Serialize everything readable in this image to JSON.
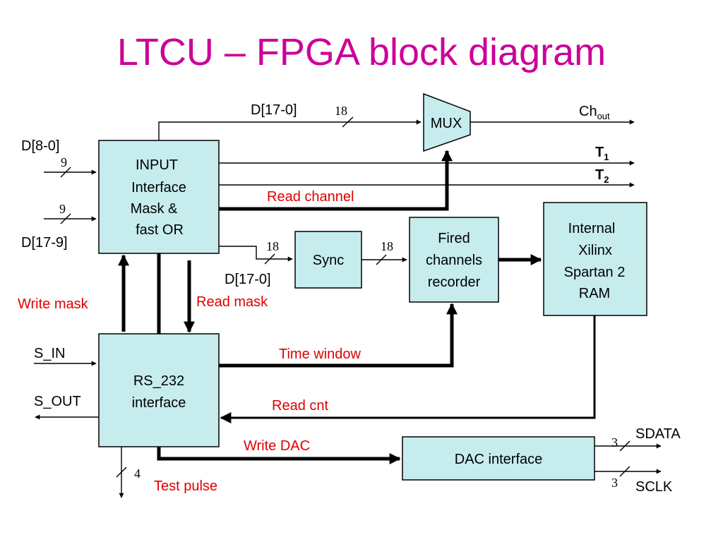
{
  "title": "LTCU – FPGA block diagram",
  "blocks": {
    "input": [
      "INPUT",
      "Interface",
      "Mask &",
      "fast OR"
    ],
    "mux": "MUX",
    "sync": "Sync",
    "fired": [
      "Fired",
      "channels",
      "recorder"
    ],
    "ram": [
      "Internal",
      "Xilinx",
      "Spartan 2",
      "RAM"
    ],
    "rs232": [
      "RS_232",
      "interface"
    ],
    "dac": "DAC interface"
  },
  "signals": {
    "d_17_0_top": "D[17-0]",
    "d_8_0": "D[8-0]",
    "d_17_9": "D[17-9]",
    "d_17_0_mid": "D[17-0]",
    "ch_out_main": "Ch",
    "ch_out_sub": "out",
    "t1_main": "T",
    "t1_sub": "1",
    "t2_main": "T",
    "t2_sub": "2",
    "s_in": "S_IN",
    "s_out": "S_OUT",
    "sdata": "SDATA",
    "sclk": "SCLK"
  },
  "bus_widths": {
    "top": "18",
    "d_8_0": "9",
    "d_17_9": "9",
    "to_sync": "18",
    "from_sync": "18",
    "test_pulse": "4",
    "sdata": "3",
    "sclk": "3"
  },
  "control_labels": {
    "read_channel": "Read channel",
    "write_mask": "Write mask",
    "read_mask": "Read mask",
    "time_window": "Time window",
    "read_cnt": "Read cnt",
    "write_dac": "Write DAC",
    "test_pulse": "Test pulse"
  },
  "colors": {
    "title": "#cc0099",
    "block_fill": "#c6ecee",
    "control_text": "#e00000"
  }
}
